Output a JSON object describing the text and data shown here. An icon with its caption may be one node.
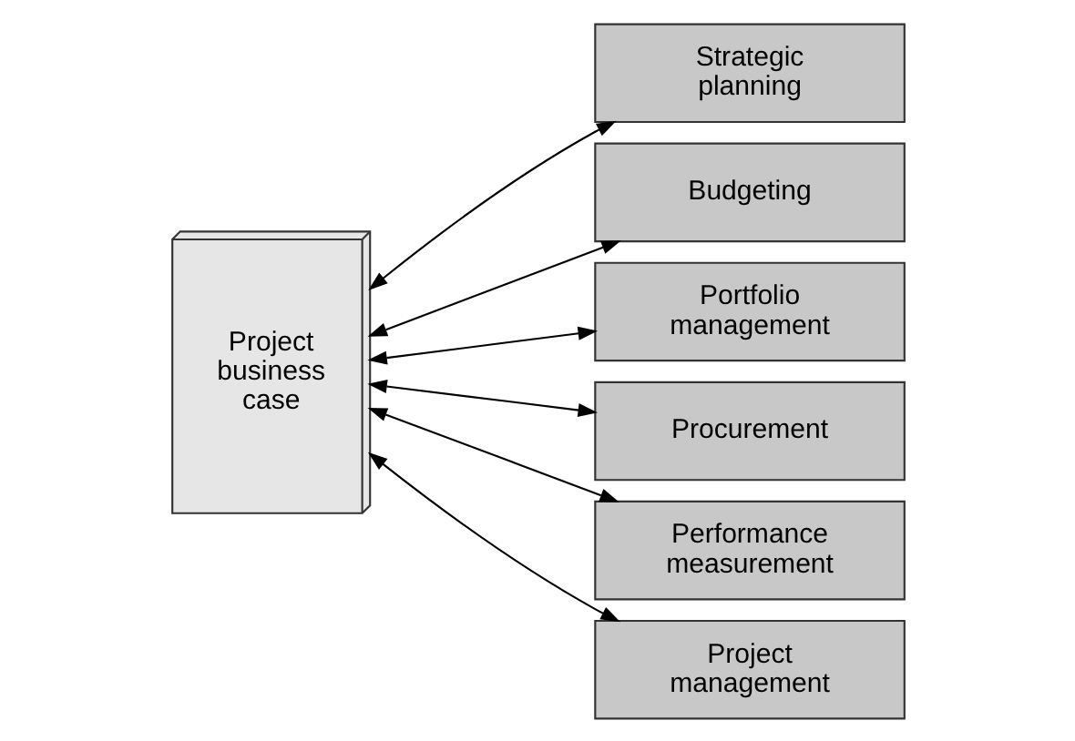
{
  "diagram": {
    "nodes": [
      {
        "text": [
          "Project business case"
        ]
      },
      {
        "text": [
          "Strategic planning"
        ]
      },
      {
        "text": [
          "Budgeting"
        ]
      },
      {
        "text": [
          "Portfolio management"
        ]
      },
      {
        "text": [
          "Procurement"
        ]
      },
      {
        "text": [
          "Performance measurement"
        ]
      },
      {
        "text": [
          "Project management"
        ]
      }
    ],
    "edges": [
      {
        "from": 0,
        "to": 1,
        "arrow": "both"
      },
      {
        "from": 0,
        "to": 2,
        "arrow": "both"
      },
      {
        "from": 0,
        "to": 3,
        "arrow": "both"
      },
      {
        "from": 0,
        "to": 4,
        "arrow": "both"
      },
      {
        "from": 0,
        "to": 5,
        "arrow": "both"
      },
      {
        "from": 0,
        "to": 6,
        "arrow": "both"
      }
    ]
  }
}
